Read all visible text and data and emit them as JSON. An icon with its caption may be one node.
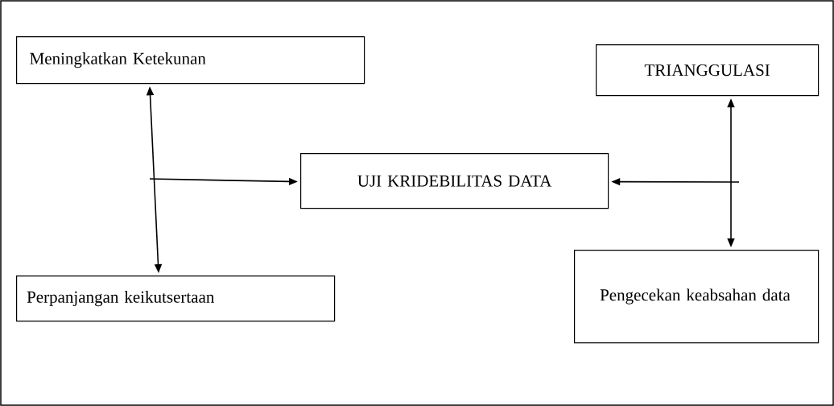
{
  "diagram": {
    "nodes": [
      {
        "text": [
          "Meningkatkan Ketekunan"
        ]
      },
      {
        "text": [
          "TRIANGGULASI"
        ]
      },
      {
        "text": [
          "UJI KRIDEBILITAS DATA"
        ]
      },
      {
        "text": [
          "Perpanjangan keikutsertaan"
        ]
      },
      {
        "text": [
          "Pengecekan keabsahan data"
        ]
      }
    ],
    "edges": [
      {
        "from": 0,
        "to": 3,
        "arrow": "both"
      },
      {
        "from": null,
        "to": 2,
        "arrow": "to"
      },
      {
        "from": 1,
        "to": 4,
        "arrow": "both"
      },
      {
        "from": null,
        "to": 2,
        "arrow": "to"
      }
    ]
  }
}
